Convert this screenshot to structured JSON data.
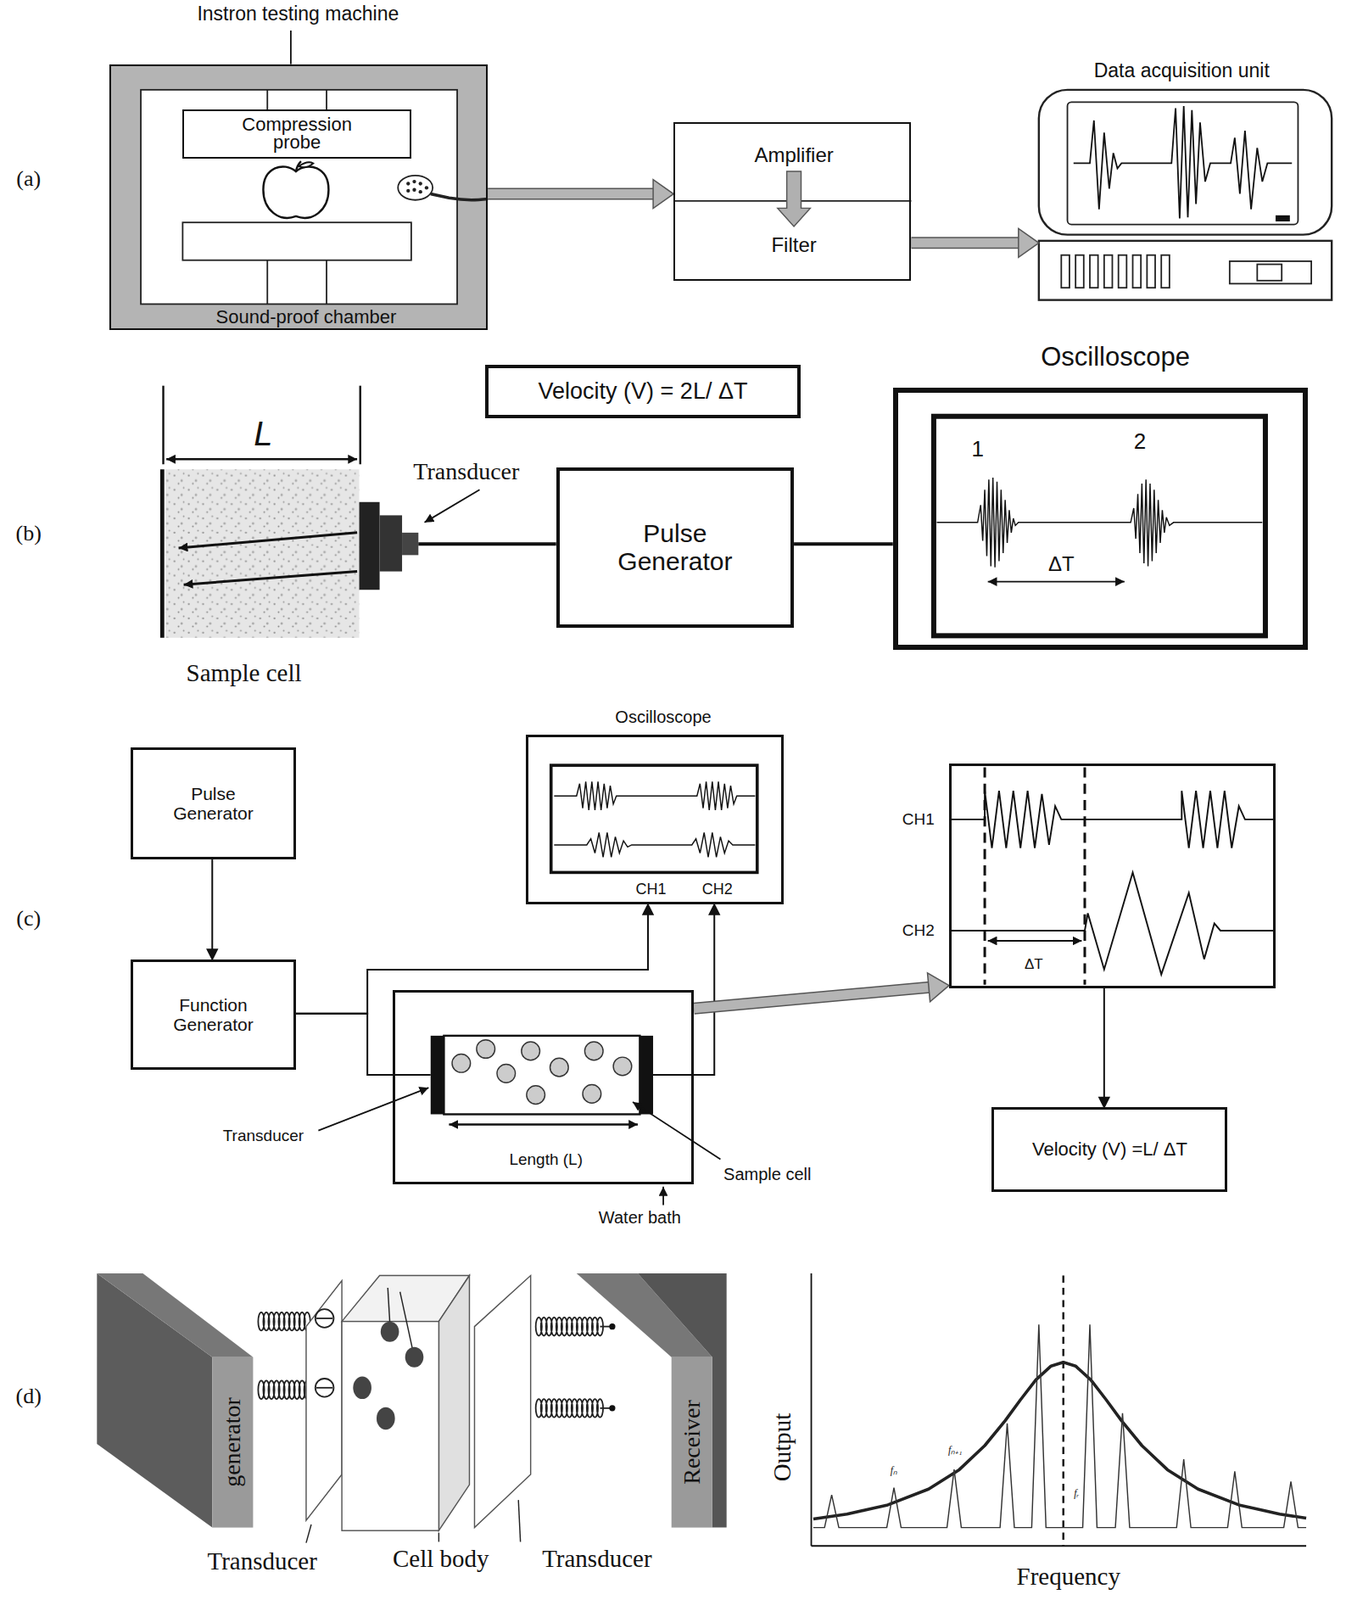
{
  "diagram": {
    "nodes": [
      {
        "text": [
          "Instron testing machine",
          "Sound-proof chamber"
        ]
      },
      {
        "text": [
          "Compression probe"
        ],
        "in": 0
      },
      {
        "text": [
          "Amplifier",
          "Filter"
        ]
      },
      {
        "text": [
          "Data acquisition unit"
        ]
      },
      {
        "text": [
          "Sample cell"
        ]
      },
      {
        "text": [
          "Velocity (V) = 2L/ ΔT"
        ]
      },
      {
        "text": [
          "Pulse Generator"
        ]
      },
      {
        "text": [
          "Oscilloscope"
        ]
      },
      {
        "text": [
          "Pulse Generator"
        ]
      },
      {
        "text": [
          "Oscilloscope",
          "CH1",
          "CH2"
        ]
      },
      {
        "text": [
          "Function Generator"
        ]
      },
      {
        "text": [
          "Water bath"
        ]
      },
      {
        "text": [
          "Sample cell"
        ],
        "in": 11
      },
      {
        "text": [
          "CH1",
          "CH2"
        ]
      },
      {
        "text": [
          "Velocity (V) =L/ ΔT"
        ]
      },
      {
        "text": [
          "generator"
        ]
      },
      {
        "text": [
          "Receiver"
        ]
      }
    ],
    "edges": [
      {
        "from": 0,
        "to": 2,
        "arrow": "to"
      },
      {
        "from": 2,
        "to": 3,
        "arrow": "to"
      },
      {
        "from": 4,
        "to": 6,
        "arrow": "none"
      },
      {
        "from": 6,
        "to": 7,
        "arrow": "none"
      },
      {
        "from": 8,
        "to": 10,
        "arrow": "to"
      },
      {
        "from": 10,
        "to": 12,
        "arrow": "none"
      },
      {
        "from": 10,
        "to": 9,
        "arrow": "to"
      },
      {
        "from": 12,
        "to": 9,
        "arrow": "to"
      },
      {
        "from": 11,
        "to": 13,
        "arrow": "to"
      },
      {
        "from": 13,
        "to": 14,
        "arrow": "to"
      }
    ],
    "labels": [
      "(a)",
      "(b)",
      "L",
      "Transducer",
      "1",
      "2",
      "ΔT",
      "(c)",
      "Transducer",
      "Length (L)",
      "ΔT",
      "(d)",
      "Transducer",
      "Cell body",
      "Transducer",
      "Output",
      "Frequency",
      "fₙ",
      "fₙ₊₁",
      "fᵣ"
    ]
  }
}
